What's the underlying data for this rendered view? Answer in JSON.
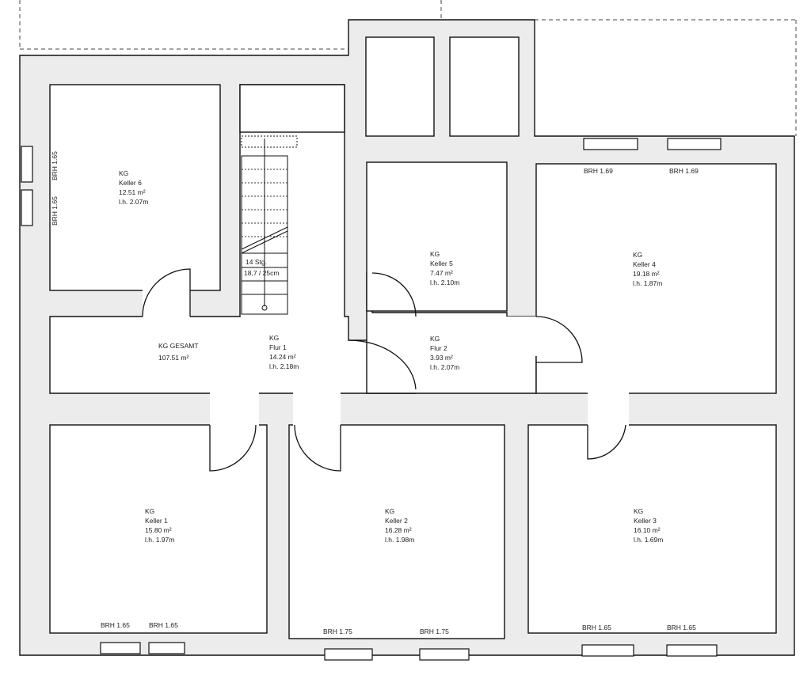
{
  "rooms": {
    "keller6": {
      "level": "KG",
      "name": "Keller 6",
      "area": "12.51 m²",
      "height": "l.h. 2.07m"
    },
    "keller5": {
      "level": "KG",
      "name": "Keller 5",
      "area": "7.47 m²",
      "height": "l.h. 2.10m"
    },
    "keller4": {
      "level": "KG",
      "name": "Keller 4",
      "area": "19.18 m²",
      "height": "l.h. 1.87m"
    },
    "flur1": {
      "level": "KG",
      "name": "Flur 1",
      "area": "14.24 m²",
      "height": "l.h. 2.18m"
    },
    "flur2": {
      "level": "KG",
      "name": "Flur 2",
      "area": "3.93 m²",
      "height": "l.h. 2.07m"
    },
    "keller1": {
      "level": "KG",
      "name": "Keller 1",
      "area": "15.80 m²",
      "height": "l.h. 1.97m"
    },
    "keller2": {
      "level": "KG",
      "name": "Keller 2",
      "area": "16.28 m²",
      "height": "l.h. 1.98m"
    },
    "keller3": {
      "level": "KG",
      "name": "Keller 3",
      "area": "16.10 m²",
      "height": "l.h. 1.69m"
    }
  },
  "total": {
    "label": "KG GESAMT",
    "area": "107.51 m²"
  },
  "stairs": {
    "steps": "14 Stg.",
    "dimensions": "18,7 / 25cm"
  },
  "windows": {
    "left_1": "BRH 1.65",
    "left_2": "BRH 1.65",
    "top_1": "BRH 1.69",
    "top_2": "BRH 1.69",
    "k1_1": "BRH 1.65",
    "k1_2": "BRH 1.65",
    "k2_1": "BRH 1.75",
    "k2_2": "BRH 1.75",
    "k3_1": "BRH 1.65",
    "k3_2": "BRH 1.65"
  }
}
